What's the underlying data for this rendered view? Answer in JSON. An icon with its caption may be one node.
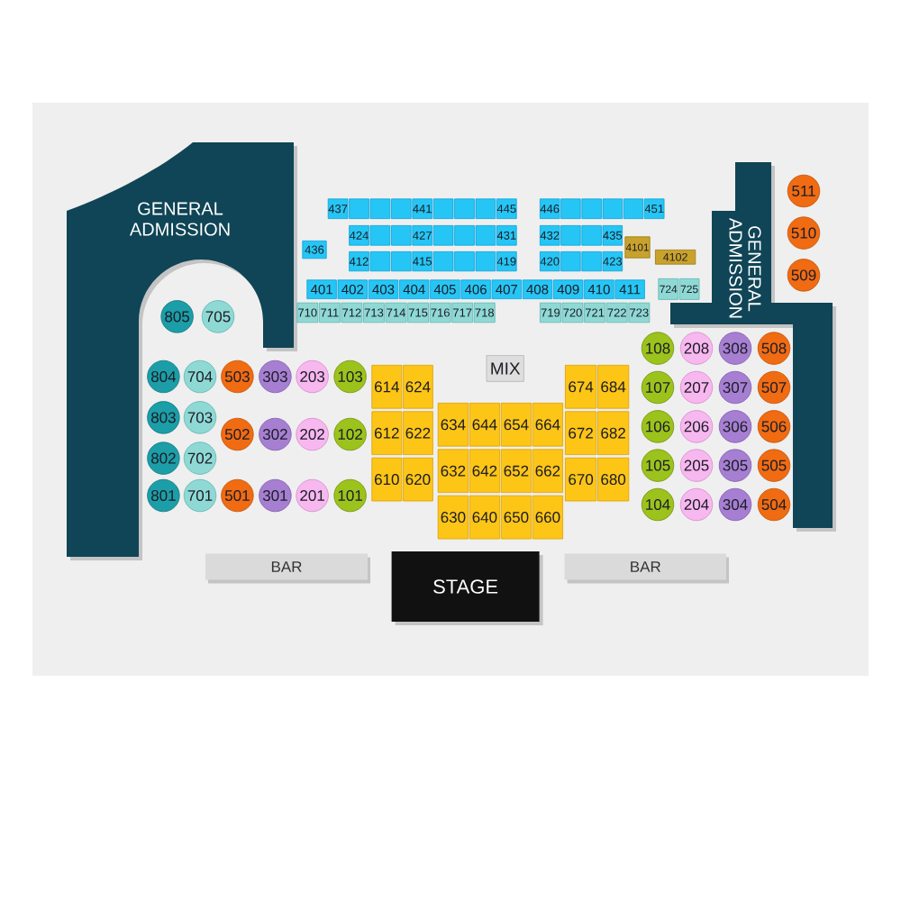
{
  "diagram": {
    "nodes": [
      {
        "text": [
          "GENERAL ADMISSION"
        ]
      },
      {
        "text": [
          "GENERAL ADMISSION"
        ]
      },
      {
        "text": [
          "437"
        ]
      },
      {
        "text": [],
        "shape": "box"
      },
      {
        "text": [],
        "shape": "box"
      },
      {
        "text": [],
        "shape": "box"
      },
      {
        "text": [
          "441"
        ]
      },
      {
        "text": [],
        "shape": "box"
      },
      {
        "text": [],
        "shape": "box"
      },
      {
        "text": [],
        "shape": "box"
      },
      {
        "text": [
          "445"
        ]
      },
      {
        "text": [
          "446"
        ]
      },
      {
        "text": [],
        "shape": "box"
      },
      {
        "text": [],
        "shape": "box"
      },
      {
        "text": [],
        "shape": "box"
      },
      {
        "text": [],
        "shape": "box"
      },
      {
        "text": [
          "451"
        ]
      },
      {
        "text": [
          "511"
        ]
      },
      {
        "text": [
          "436"
        ]
      },
      {
        "text": [
          "424"
        ]
      },
      {
        "text": [],
        "shape": "box"
      },
      {
        "text": [],
        "shape": "box"
      },
      {
        "text": [
          "427"
        ]
      },
      {
        "text": [],
        "shape": "box"
      },
      {
        "text": [],
        "shape": "box"
      },
      {
        "text": [],
        "shape": "box"
      },
      {
        "text": [
          "431"
        ]
      },
      {
        "text": [
          "432"
        ]
      },
      {
        "text": [],
        "shape": "box"
      },
      {
        "text": [],
        "shape": "box"
      },
      {
        "text": [
          "435"
        ]
      },
      {
        "text": [
          "4101"
        ]
      },
      {
        "text": [
          "510"
        ]
      },
      {
        "text": [
          "412"
        ]
      },
      {
        "text": [],
        "shape": "box"
      },
      {
        "text": [],
        "shape": "box"
      },
      {
        "text": [
          "415"
        ]
      },
      {
        "text": [],
        "shape": "box"
      },
      {
        "text": [],
        "shape": "box"
      },
      {
        "text": [],
        "shape": "box"
      },
      {
        "text": [
          "419"
        ]
      },
      {
        "text": [
          "420"
        ]
      },
      {
        "text": [],
        "shape": "box"
      },
      {
        "text": [],
        "shape": "box"
      },
      {
        "text": [
          "423"
        ]
      },
      {
        "text": [
          "4102"
        ]
      },
      {
        "text": [
          "509"
        ]
      },
      {
        "text": [
          "401"
        ]
      },
      {
        "text": [
          "402"
        ]
      },
      {
        "text": [
          "403"
        ]
      },
      {
        "text": [
          "404"
        ]
      },
      {
        "text": [
          "405"
        ]
      },
      {
        "text": [
          "406"
        ]
      },
      {
        "text": [
          "407"
        ]
      },
      {
        "text": [
          "408"
        ]
      },
      {
        "text": [
          "409"
        ]
      },
      {
        "text": [
          "410"
        ]
      },
      {
        "text": [
          "411"
        ]
      },
      {
        "text": [
          "724"
        ]
      },
      {
        "text": [
          "725"
        ]
      },
      {
        "text": [
          "710"
        ]
      },
      {
        "text": [
          "711"
        ]
      },
      {
        "text": [
          "712"
        ]
      },
      {
        "text": [
          "713"
        ]
      },
      {
        "text": [
          "714"
        ]
      },
      {
        "text": [
          "715"
        ]
      },
      {
        "text": [
          "716"
        ]
      },
      {
        "text": [
          "717"
        ]
      },
      {
        "text": [
          "718"
        ]
      },
      {
        "text": [
          "719"
        ]
      },
      {
        "text": [
          "720"
        ]
      },
      {
        "text": [
          "721"
        ]
      },
      {
        "text": [
          "722"
        ]
      },
      {
        "text": [
          "723"
        ]
      },
      {
        "text": [
          "805"
        ]
      },
      {
        "text": [
          "705"
        ]
      },
      {
        "text": [
          "MIX"
        ]
      },
      {
        "text": [
          "108"
        ]
      },
      {
        "text": [
          "208"
        ]
      },
      {
        "text": [
          "308"
        ]
      },
      {
        "text": [
          "508"
        ]
      },
      {
        "text": [
          "804"
        ]
      },
      {
        "text": [
          "704"
        ]
      },
      {
        "text": [
          "503"
        ]
      },
      {
        "text": [
          "303"
        ]
      },
      {
        "text": [
          "203"
        ]
      },
      {
        "text": [
          "103"
        ]
      },
      {
        "text": [
          "614"
        ]
      },
      {
        "text": [
          "624"
        ]
      },
      {
        "text": [
          "674"
        ]
      },
      {
        "text": [
          "684"
        ]
      },
      {
        "text": [
          "107"
        ]
      },
      {
        "text": [
          "207"
        ]
      },
      {
        "text": [
          "307"
        ]
      },
      {
        "text": [
          "507"
        ]
      },
      {
        "text": [
          "634"
        ]
      },
      {
        "text": [
          "644"
        ]
      },
      {
        "text": [
          "654"
        ]
      },
      {
        "text": [
          "664"
        ]
      },
      {
        "text": [
          "803"
        ]
      },
      {
        "text": [
          "703"
        ]
      },
      {
        "text": [
          "612"
        ]
      },
      {
        "text": [
          "622"
        ]
      },
      {
        "text": [
          "672"
        ]
      },
      {
        "text": [
          "682"
        ]
      },
      {
        "text": [
          "106"
        ]
      },
      {
        "text": [
          "206"
        ]
      },
      {
        "text": [
          "306"
        ]
      },
      {
        "text": [
          "506"
        ]
      },
      {
        "text": [
          "502"
        ]
      },
      {
        "text": [
          "302"
        ]
      },
      {
        "text": [
          "202"
        ]
      },
      {
        "text": [
          "102"
        ]
      },
      {
        "text": [
          "632"
        ]
      },
      {
        "text": [
          "642"
        ]
      },
      {
        "text": [
          "652"
        ]
      },
      {
        "text": [
          "662"
        ]
      },
      {
        "text": [
          "802"
        ]
      },
      {
        "text": [
          "702"
        ]
      },
      {
        "text": [
          "610"
        ]
      },
      {
        "text": [
          "620"
        ]
      },
      {
        "text": [
          "670"
        ]
      },
      {
        "text": [
          "680"
        ]
      },
      {
        "text": [
          "105"
        ]
      },
      {
        "text": [
          "205"
        ]
      },
      {
        "text": [
          "305"
        ]
      },
      {
        "text": [
          "505"
        ]
      },
      {
        "text": [
          "801"
        ]
      },
      {
        "text": [
          "701"
        ]
      },
      {
        "text": [
          "501"
        ]
      },
      {
        "text": [
          "301"
        ]
      },
      {
        "text": [
          "201"
        ]
      },
      {
        "text": [
          "101"
        ]
      },
      {
        "text": [
          "104"
        ]
      },
      {
        "text": [
          "204"
        ]
      },
      {
        "text": [
          "304"
        ]
      },
      {
        "text": [
          "504"
        ]
      },
      {
        "text": [
          "630"
        ]
      },
      {
        "text": [
          "640"
        ]
      },
      {
        "text": [
          "650"
        ]
      },
      {
        "text": [
          "660"
        ]
      },
      {
        "text": [
          "BAR"
        ]
      },
      {
        "text": [
          "STAGE"
        ]
      },
      {
        "text": [
          "BAR"
        ]
      }
    ]
  }
}
